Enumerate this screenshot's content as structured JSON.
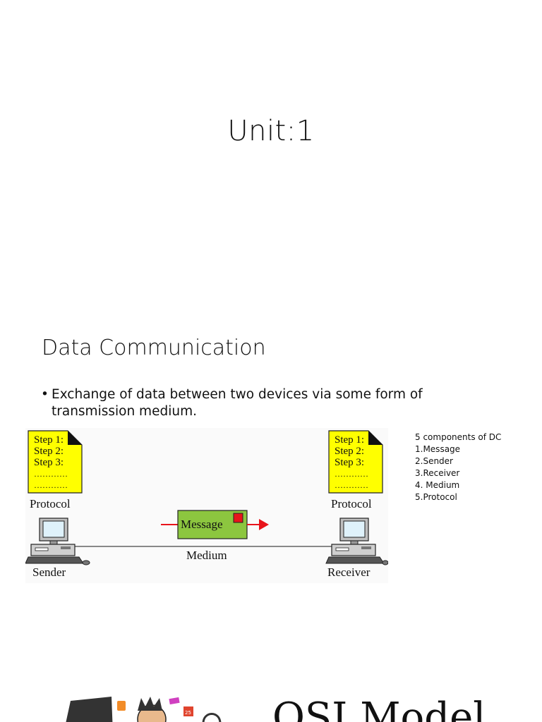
{
  "slide1": {
    "title": "Unit:1"
  },
  "slide2": {
    "title": "Data Communication",
    "bullet": "Exchange of data between two devices via some form of transmission medium.",
    "diagram": {
      "protocol_steps": [
        "Step 1:",
        "Step 2:",
        "Step 3:",
        "…………",
        "…………"
      ],
      "left_protocol_label": "Protocol",
      "right_protocol_label": "Protocol",
      "message_label": "Message",
      "medium_label": "Medium",
      "sender_label": "Sender",
      "receiver_label": "Receiver",
      "colors": {
        "note": "#ffff00",
        "message": "#8cc63f",
        "marker": "#e8141b"
      }
    },
    "components": {
      "heading": "5 components of DC",
      "items": [
        "1.Message",
        "2.Sender",
        "3.Receiver",
        "4. Medium",
        "5.Protocol"
      ]
    }
  },
  "slide3": {
    "title": "OSI Model"
  }
}
